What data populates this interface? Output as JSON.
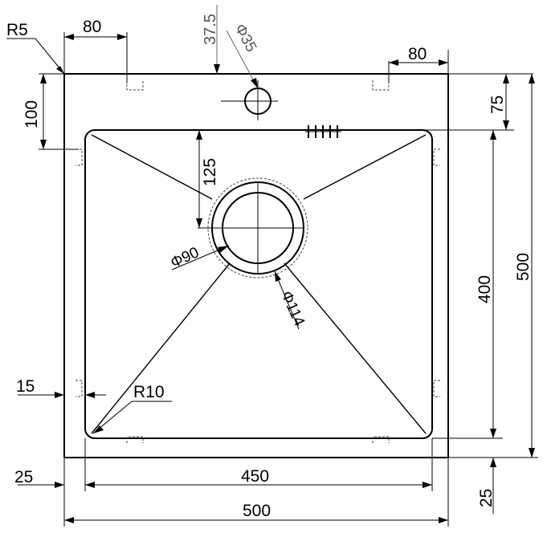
{
  "drawing": {
    "dimensions": {
      "corner_radius_top": "R5",
      "mount_offset_top_left": "80",
      "tap_offset": "37.5",
      "tap_hole_diameter": "Φ35",
      "mount_offset_top_right": "80",
      "mount_offset_left": "100",
      "top_margin_right": "75",
      "drain_to_edge": "125",
      "outer_height": "500",
      "inner_height": "400",
      "drain_inner_diameter": "Φ90",
      "drain_outer_diameter": "Φ114",
      "side_wall": "15",
      "inner_corner_radius": "R10",
      "left_margin": "25",
      "inner_width": "450",
      "bottom_margin_right": "25",
      "outer_width": "500"
    }
  }
}
